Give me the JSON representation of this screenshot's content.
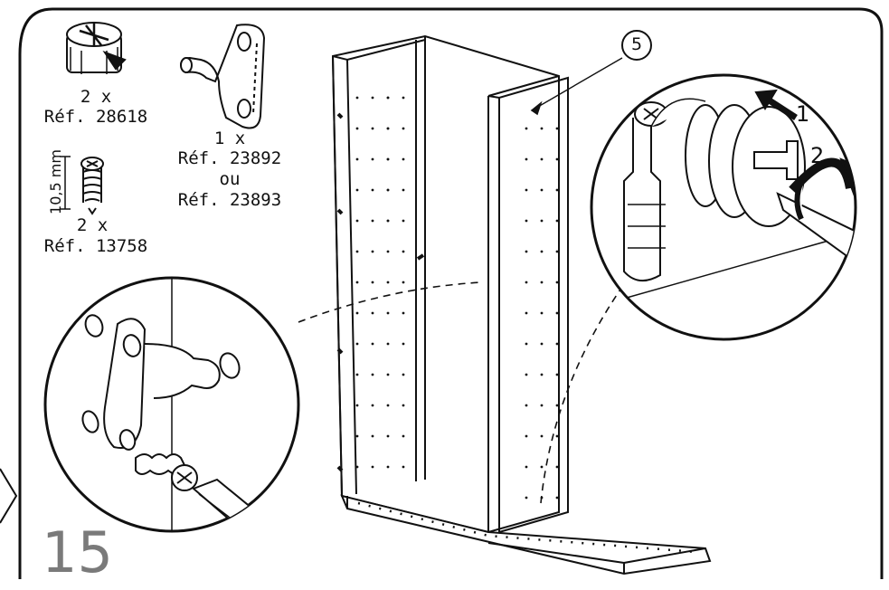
{
  "page": {
    "step_number": "15",
    "callout_part": "5"
  },
  "parts": [
    {
      "qty": "2 x",
      "ref": "Réf. 28618",
      "icon": "cam-lock-icon"
    },
    {
      "qty": "1 x",
      "ref": "Réf. 23892",
      "alt_word": "ou",
      "alt_ref": "Réf. 23893",
      "icon": "wall-bracket-icon"
    },
    {
      "qty": "2 x",
      "ref": "Réf. 13758",
      "dimension": "10,5 mm",
      "icon": "screw-icon"
    }
  ],
  "arrows": {
    "first": "1",
    "second": "2"
  },
  "colors": {
    "line": "#111111",
    "step_number": "#7a7a7a",
    "background": "#ffffff"
  }
}
